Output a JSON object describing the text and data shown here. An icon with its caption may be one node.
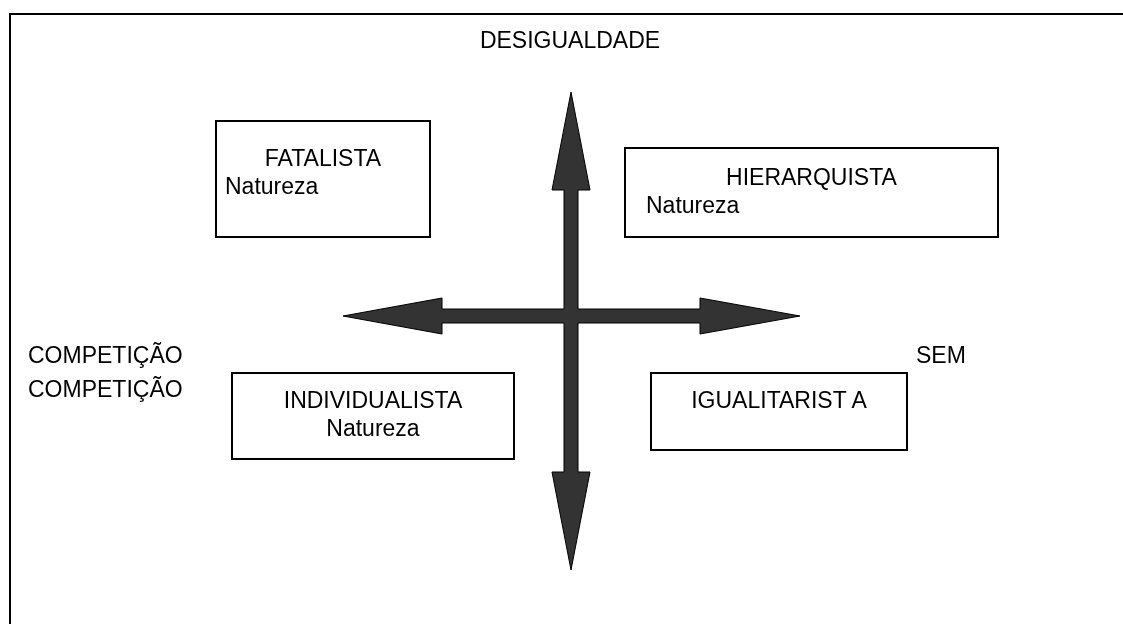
{
  "diagram": {
    "nodes": [
      {
        "text": [
          "FATALISTA",
          "Natureza"
        ]
      },
      {
        "text": [
          "HIERARQUISTA",
          "Natureza"
        ]
      },
      {
        "text": [
          "INDIVIDUALISTA",
          "Natureza"
        ]
      },
      {
        "text": [
          "IGUALITARIST A"
        ]
      }
    ],
    "edges": [],
    "labels": [
      "DESIGUALDADE",
      "COMPETIÇÃO",
      "COMPETIÇÃO",
      "SEM"
    ]
  }
}
